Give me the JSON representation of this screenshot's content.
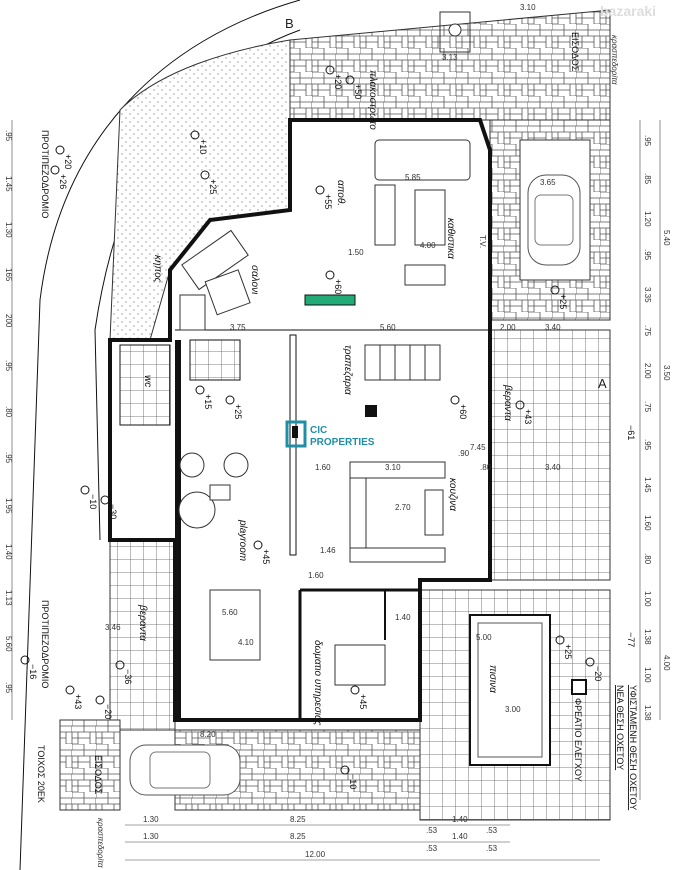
{
  "watermark": "bazaraki",
  "logo": {
    "line1": "CIC",
    "line2": "PROPERTIES",
    "color": "#1f8fa6"
  },
  "rooms": {
    "living": "καθιστικα",
    "salon": "σαλονι",
    "dining": "τραπεζαρια",
    "kitchen": "κουζινα",
    "playroom": "playroom",
    "veranda_east": "βεραντα",
    "veranda_west": "βεραντα",
    "maid_room": "δωματιο υπηρεσιας",
    "pool": "πισινα",
    "paving": "πλακοστρωτο",
    "garden": "κηπος",
    "wc": "wc",
    "storage": "αποθ.",
    "entrance_top": "ΕΙΣΟΔΟΣ",
    "entrance_bottom": "ΕΙΣΟΔΟΣ",
    "tv": "T.V."
  },
  "annotations": {
    "sidewalk_top": "ΠΡΟΤΙΠΕΖΟΔΡΟΜΙΟ",
    "sidewalk_bottom": "ΠΡΟΤΙΠΕΖΟΔΡΟΜΙΟ",
    "wall": "ΤΟΙΧΟΣ 20ΕΚ",
    "inspection_chamber": "ΦΡΕΑΤΙΟ ΕΛΕΓΧΟΥ",
    "existing_drain": "ΥΦΙΣΤΑΜΕΝΗ ΘΕΣΗ ΟΧΕΤΟΥ",
    "new_drain": "ΝΕΑ ΘΕΣΗ ΟΧΕΤΟΥ",
    "curb_top": "κρασπεδορiτα",
    "curb_bottom": "κρασπεδορiτα",
    "section_a": "A",
    "section_b": "B",
    "level_right_1": "−61",
    "level_right_2": "−77"
  },
  "levels": [
    "+20",
    "+50",
    "+20",
    "+10",
    "+26",
    "+25",
    "+55",
    "+60",
    "+25",
    "+25",
    "+60",
    "+43",
    "+15",
    "+45",
    "+45",
    "−10",
    "−30",
    "−16",
    "−36",
    "+43",
    "−20",
    "−10",
    "+25",
    "−20"
  ],
  "inner_dims": [
    "3.75",
    "5.60",
    "2.00",
    "5.85",
    "4.00",
    "1.50",
    "1.60",
    "3.10",
    "2.70",
    "1.46",
    ".90",
    ".80",
    "3.40",
    "7.45",
    "3.40",
    "3.65",
    "3.46",
    "5.60",
    "4.10",
    "8.20",
    "5.00",
    "3.00",
    "3.13",
    "3.10",
    "1.40",
    "1.60"
  ],
  "bottom_dims": {
    "row1": [
      "1.30",
      "8.25",
      ".53",
      "1.40",
      ".53"
    ],
    "row2": [
      "1.30",
      "8.25",
      ".53",
      "1.40",
      ".53"
    ],
    "total": "12.00"
  },
  "right_dims": {
    "inner": [
      ".95",
      ".85",
      "1.20",
      ".95",
      "3.35",
      ".75",
      "2.00",
      ".75",
      ".95",
      "1.45",
      "1.60",
      ".80",
      "1.00",
      "1.38",
      "1.00",
      "1.38"
    ],
    "outer": [
      "5.40",
      "3.50",
      "4.00"
    ]
  },
  "left_dims": [
    ".95",
    "1.45",
    "1.30",
    "165",
    "200",
    ".95",
    ".80",
    ".95",
    "1.95",
    "1.40",
    "1.13",
    "5.60",
    ".95"
  ]
}
